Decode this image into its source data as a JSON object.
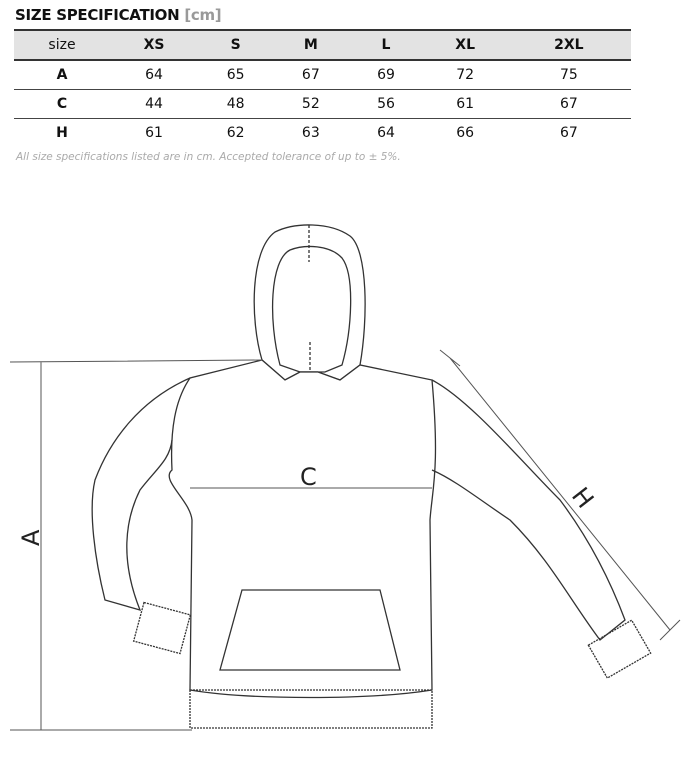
{
  "title": "SIZE SPECIFICATION",
  "unit": "[cm]",
  "table": {
    "headers": [
      "size",
      "XS",
      "S",
      "M",
      "L",
      "XL",
      "2XL"
    ],
    "rows": [
      [
        "A",
        "64",
        "65",
        "67",
        "69",
        "72",
        "75"
      ],
      [
        "C",
        "44",
        "48",
        "52",
        "56",
        "61",
        "67"
      ],
      [
        "H",
        "61",
        "62",
        "63",
        "64",
        "66",
        "67"
      ]
    ]
  },
  "note": "All size specifications listed are in cm. Accepted tolerance of up to ± 5%.",
  "diagram": {
    "label_a": "A",
    "label_c": "C",
    "label_h": "H"
  }
}
